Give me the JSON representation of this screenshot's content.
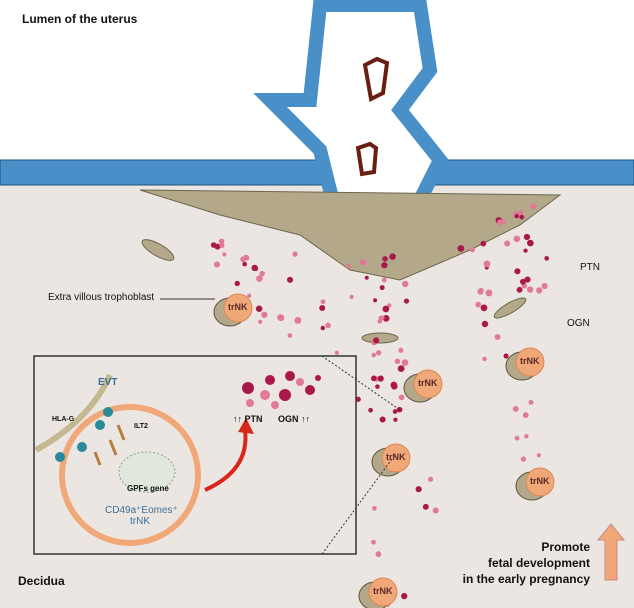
{
  "labels": {
    "lumen": "Lumen of the uterus",
    "evt_label": "Extra villous trophoblast",
    "ptn": "PTN",
    "ogn": "OGN",
    "decidua": "Decidua",
    "promote_1": "Promote",
    "promote_2": "fetal development",
    "promote_3": "in the early pregnancy"
  },
  "nk_cells": [
    "trNK",
    "trNK",
    "trNK",
    "trNK",
    "trNK",
    "trNK",
    "trNK"
  ],
  "inset": {
    "evt": "EVT",
    "hla_g": "HLA-G",
    "ilt2": "ILT2",
    "gene": "GPFs gene",
    "cell_1": "CD49a⁺Eomes⁺",
    "cell_2": "trNK",
    "up_ptn": "↑↑ PTN",
    "up_ogn": "OGN ↑↑"
  },
  "colors": {
    "background": "#ebe6e1",
    "epithelium": "#4a90c8",
    "trophoblast": "#b3a98a",
    "nk": "#f0a878",
    "dot_dark": "#a8194a",
    "dot_light": "#e07a95",
    "arrow": "#d9261c"
  }
}
